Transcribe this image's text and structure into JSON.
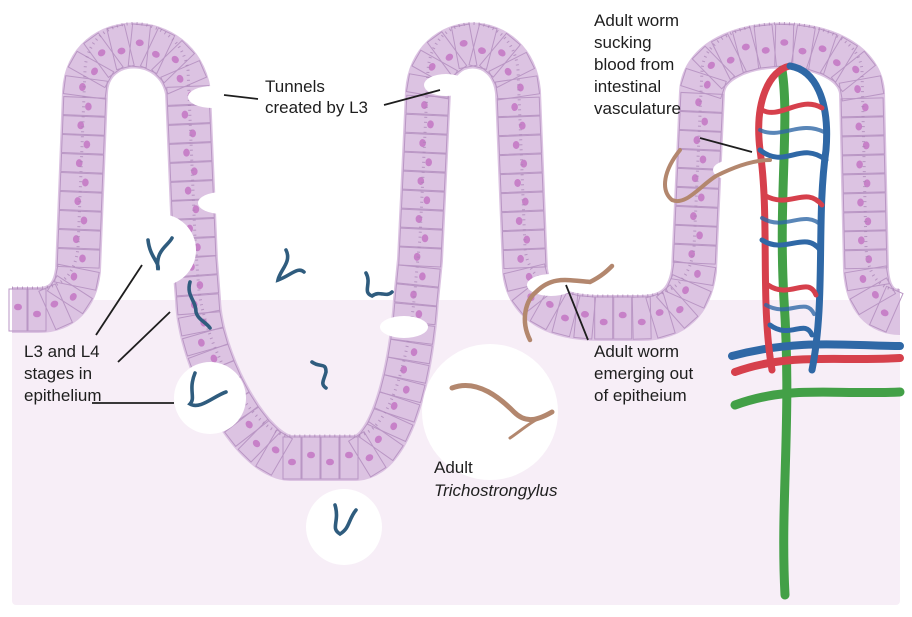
{
  "labels": {
    "tunnels": [
      "Tunnels",
      "created by L3"
    ],
    "adult_sucking": [
      "Adult worm",
      "sucking",
      "blood from",
      "intestinal",
      "vasculature"
    ],
    "l3_l4": [
      "L3 and L4",
      "stages in",
      "epithelium"
    ],
    "adult_emerging": [
      "Adult worm",
      "emerging out",
      "of epitheium"
    ],
    "adult_species": {
      "line1": "Adult",
      "line2": "Trichostrongylus"
    }
  },
  "colors": {
    "lumen_bg": "#f7eef7",
    "epithelium": "#dcc3e2",
    "cell_border": "#b996c4",
    "nucleus": "#c781c8",
    "brush_border": "#a984b5",
    "larva": "#2f5c7e",
    "adult_worm": "#b3876e",
    "artery": "#d6404c",
    "vein": "#2f68a6",
    "lacteal": "#43a047"
  }
}
